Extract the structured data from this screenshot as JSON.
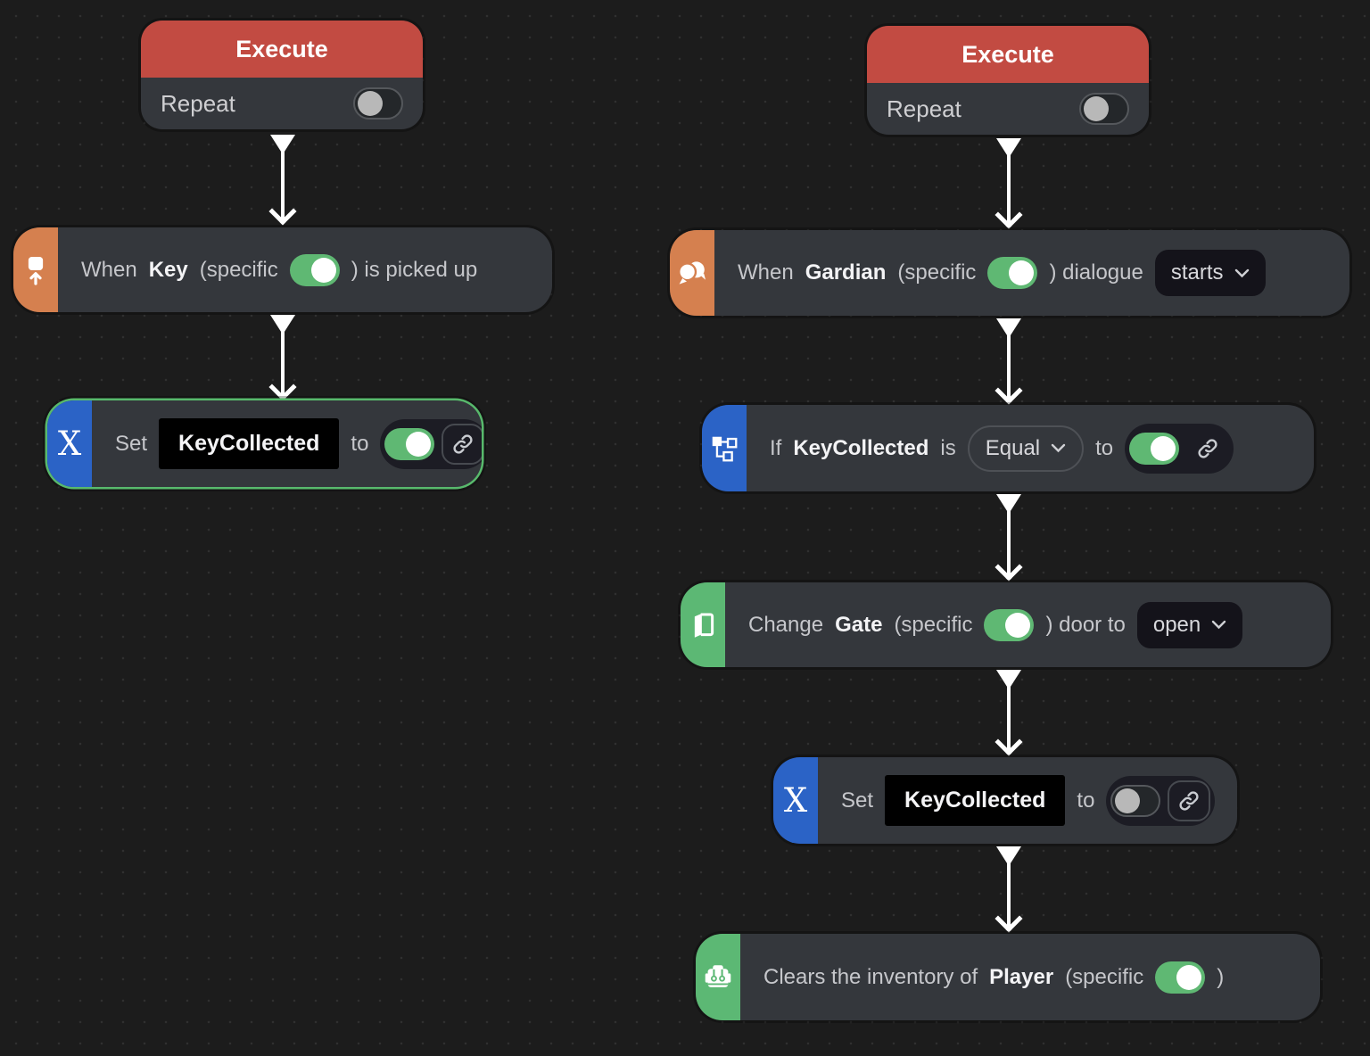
{
  "canvas": {
    "background": "#1c1c1c",
    "dot_color": "#303030",
    "arrow_color": "#ffffff"
  },
  "colors": {
    "execute_red": "#c24b42",
    "event_orange": "#d5804f",
    "logic_blue": "#2b63c6",
    "action_green": "#5cb874",
    "toggle_on_green": "#5fb873",
    "toggle_off_knob": "#b8b8b8",
    "selection_green": "#58b96c",
    "node_body": "#34373c"
  },
  "nodes": {
    "execute_left": {
      "title": "Execute",
      "repeat_label": "Repeat",
      "repeat_on": false
    },
    "when_key": {
      "icon": "pickup-icon",
      "prefix": "When",
      "name": "Key",
      "specific_label": "(specific",
      "specific_on": true,
      "suffix": ") is picked up"
    },
    "set_key_left": {
      "icon": "variable-icon",
      "icon_glyph": "X",
      "prefix": "Set",
      "variable": "KeyCollected",
      "to_label": "to",
      "value_on": true,
      "selected": true
    },
    "execute_right": {
      "title": "Execute",
      "repeat_label": "Repeat",
      "repeat_on": false
    },
    "when_gardian": {
      "icon": "dialogue-icon",
      "prefix": "When",
      "name": "Gardian",
      "specific_label": "(specific",
      "specific_on": true,
      "suffix": ") dialogue",
      "dropdown_value": "starts"
    },
    "if_key": {
      "icon": "branch-icon",
      "prefix": "If",
      "variable": "KeyCollected",
      "is_label": "is",
      "operator_value": "Equal",
      "to_label": "to",
      "value_on": true
    },
    "change_gate": {
      "icon": "door-icon",
      "prefix": "Change",
      "name": "Gate",
      "specific_label": "(specific",
      "specific_on": true,
      "suffix": ") door to",
      "dropdown_value": "open"
    },
    "set_key_right": {
      "icon": "variable-icon",
      "icon_glyph": "X",
      "prefix": "Set",
      "variable": "KeyCollected",
      "to_label": "to",
      "value_on": false
    },
    "clears_inventory": {
      "icon": "inventory-icon",
      "prefix": "Clears the inventory of",
      "name": "Player",
      "specific_label": "(specific",
      "specific_on": true,
      "suffix": ")"
    }
  }
}
